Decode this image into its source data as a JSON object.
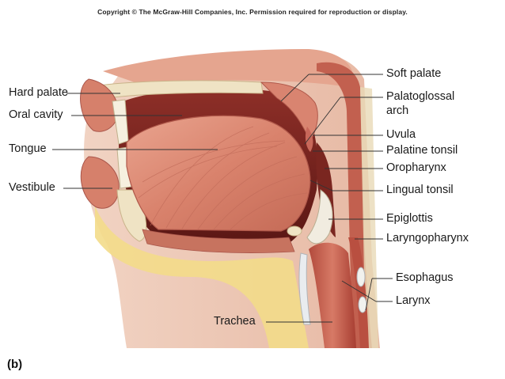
{
  "copyright": "Copyright © The McGraw-Hill Companies, Inc. Permission required for reproduction or display.",
  "panel_label": "(b)",
  "labels": {
    "hard_palate": "Hard palate",
    "oral_cavity": "Oral cavity",
    "tongue": "Tongue",
    "vestibule": "Vestibule",
    "soft_palate": "Soft palate",
    "palatoglossal_arch_line1": "Palatoglossal",
    "palatoglossal_arch_line2": "arch",
    "uvula": "Uvula",
    "palatine_tonsil": "Palatine tonsil",
    "oropharynx": "Oropharynx",
    "lingual_tonsil": "Lingual tonsil",
    "epiglottis": "Epiglottis",
    "laryngopharynx": "Laryngopharynx",
    "esophagus": "Esophagus",
    "larynx": "Larynx",
    "trachea": "Trachea"
  }
}
